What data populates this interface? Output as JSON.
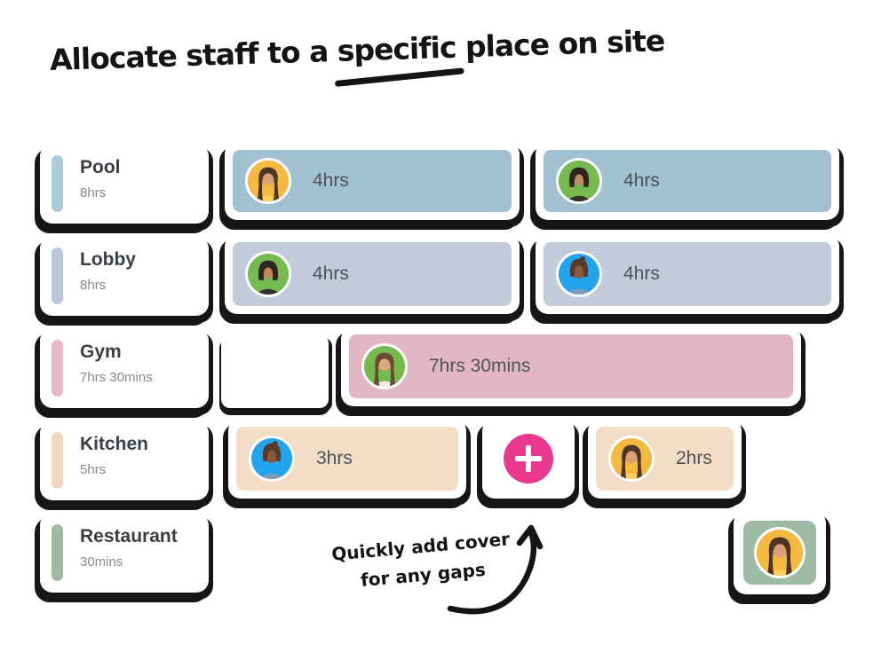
{
  "title": {
    "pre": "Allocate staff to a ",
    "highlight": "specific",
    "post": " place on site"
  },
  "locations": [
    {
      "name": "Pool",
      "hours": "8hrs",
      "bar_color": "#abcbd9"
    },
    {
      "name": "Lobby",
      "hours": "8hrs",
      "bar_color": "#b9c5d8"
    },
    {
      "name": "Gym",
      "hours": "7hrs 30mins",
      "bar_color": "#e8b9c6"
    },
    {
      "name": "Kitchen",
      "hours": "5hrs",
      "bar_color": "#f0d8bd"
    },
    {
      "name": "Restaurant",
      "hours": "30mins",
      "bar_color": "#9ebaa6"
    }
  ],
  "rows": {
    "pool": {
      "shifts": [
        {
          "duration": "4hrs",
          "block_color": "#a2c2d1",
          "avatar": "woman-long-dark-hair",
          "avatar_bg": "#f6b93f"
        },
        {
          "duration": "4hrs",
          "block_color": "#a2c2d1",
          "avatar": "woman-bob-bangs",
          "avatar_bg": "#76b94e"
        }
      ]
    },
    "lobby": {
      "shifts": [
        {
          "duration": "4hrs",
          "block_color": "#c2cbd9",
          "avatar": "woman-bob-bangs",
          "avatar_bg": "#76b94e"
        },
        {
          "duration": "4hrs",
          "block_color": "#c2cbd9",
          "avatar": "woman-headwrap",
          "avatar_bg": "#22a3ee"
        }
      ]
    },
    "gym": {
      "shifts": [
        {
          "duration": "7hrs 30mins",
          "block_color": "#e2b7c3",
          "avatar": "woman-long-brown-hair",
          "avatar_bg": "#76b94e"
        }
      ]
    },
    "kitchen": {
      "shifts": [
        {
          "duration": "3hrs",
          "block_color": "#f2ddc6",
          "avatar": "woman-headwrap",
          "avatar_bg": "#22a3ee"
        },
        {
          "duration": "2hrs",
          "block_color": "#f2ddc6",
          "avatar": "woman-long-dark-hair",
          "avatar_bg": "#f6b93f"
        }
      ]
    },
    "restaurant": {
      "shifts": [
        {
          "tile_color": "#9cbaa4",
          "avatar": "woman-long-dark-hair",
          "avatar_bg": "#f6b93f"
        }
      ]
    }
  },
  "add_button": {
    "icon": "plus-icon",
    "color": "#e9388d"
  },
  "annotation": {
    "line1": "Quickly add cover",
    "line2": "for any gaps"
  },
  "shadow_color": "#161616"
}
